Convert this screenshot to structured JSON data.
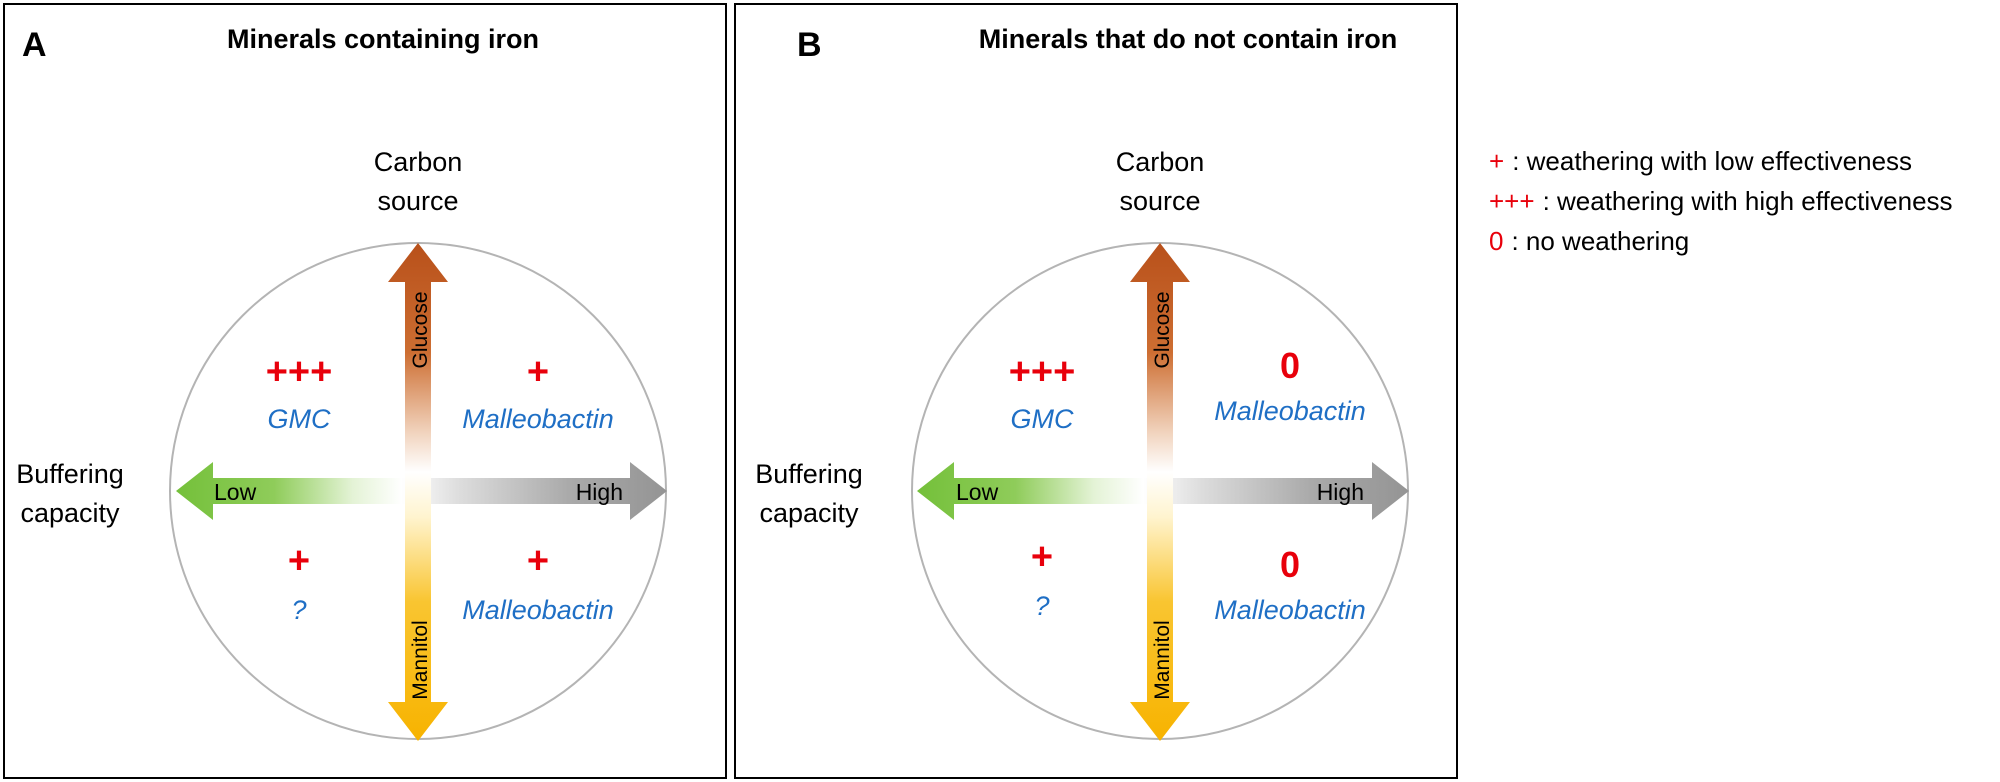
{
  "colors": {
    "plus": "#e8000b",
    "organism": "#1f6fc5",
    "glucose": "#c0561c",
    "mannitol": "#f7b500",
    "low": "#78c23d",
    "high": "#9a9a9a"
  },
  "panels": [
    {
      "letter": "A",
      "title": "Minerals containing iron",
      "carbon_label": [
        "Carbon",
        "source"
      ],
      "buffer_label": [
        "Buffering",
        "capacity"
      ],
      "glucose": "Glucose",
      "mannitol": "Mannitol",
      "low": "Low",
      "high": "High",
      "quadrants": {
        "top_left": {
          "symbol": "+++",
          "organism": "GMC"
        },
        "top_right": {
          "symbol": "+",
          "organism": "Malleobactin"
        },
        "bottom_left": {
          "symbol": "+",
          "organism": "?"
        },
        "bottom_right": {
          "symbol": "+",
          "organism": "Malleobactin"
        }
      }
    },
    {
      "letter": "B",
      "title": "Minerals that do not contain iron",
      "carbon_label": [
        "Carbon",
        "source"
      ],
      "buffer_label": [
        "Buffering",
        "capacity"
      ],
      "glucose": "Glucose",
      "mannitol": "Mannitol",
      "low": "Low",
      "high": "High",
      "quadrants": {
        "top_left": {
          "symbol": "+++",
          "organism": "GMC"
        },
        "top_right": {
          "symbol": "0",
          "organism": "Malleobactin"
        },
        "bottom_left": {
          "symbol": "+",
          "organism": "?"
        },
        "bottom_right": {
          "symbol": "0",
          "organism": "Malleobactin"
        }
      }
    }
  ],
  "legend": [
    {
      "symbol": "+",
      "text": ": weathering with low effectiveness"
    },
    {
      "symbol": "+++",
      "text": ": weathering with high effectiveness"
    },
    {
      "symbol": "0",
      "text": ": no weathering"
    }
  ]
}
